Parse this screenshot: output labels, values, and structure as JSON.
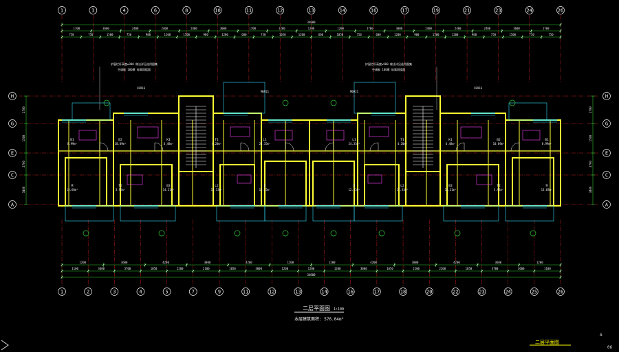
{
  "drawing": {
    "title": "二层平面图",
    "scale": "1:100",
    "area_note": "本层建筑面积: 576.04m²",
    "stamp_title": "二层平面图",
    "page_number": "06",
    "corner_mark": "A"
  },
  "grid": {
    "columns_top": [
      "1",
      "3",
      "4",
      "6",
      "8",
      "10",
      "11",
      "12",
      "13",
      "14",
      "16",
      "17",
      "19",
      "21",
      "23",
      "24",
      "26"
    ],
    "columns_bottom": [
      "1",
      "2",
      "3",
      "4",
      "5",
      "7",
      "9",
      "11",
      "12",
      "13",
      "14",
      "16",
      "17",
      "18",
      "20",
      "22",
      "23",
      "24",
      "25",
      "26"
    ],
    "rows_left": [
      "H",
      "G",
      "E",
      "C",
      "A"
    ],
    "rows_right": [
      "H",
      "G",
      "E",
      "C",
      "A"
    ]
  },
  "dimensions": {
    "top_total": "34800",
    "top_row1": [
      "1700",
      "3600",
      "2400",
      "2400",
      "2400",
      "3000",
      "1700",
      "1200",
      "1200",
      "1200",
      "1700",
      "3000",
      "2400",
      "2400",
      "2400",
      "3600",
      "1700"
    ],
    "top_row2": [
      "750",
      "750",
      "1500",
      "750",
      "900",
      "1200",
      "1500",
      "900",
      "1200",
      "600",
      "750",
      "1050",
      "1200",
      "600",
      "1050",
      "750",
      "600",
      "1200",
      "900",
      "1500",
      "1200",
      "900",
      "750",
      "1500",
      "750",
      "750"
    ],
    "bottom_total": "34800",
    "bottom_row1": [
      "1100",
      "3600",
      "3700",
      "1050",
      "2200",
      "2100",
      "1050",
      "3000",
      "1200",
      "1200",
      "1200",
      "3000",
      "1050",
      "2100",
      "2200",
      "1050",
      "3700",
      "3600",
      "1100"
    ],
    "bottom_row2": [
      "1200",
      "3600",
      "4200",
      "3000",
      "4200",
      "1200",
      "1200",
      "4200",
      "3000",
      "4200",
      "3600",
      "1200"
    ],
    "left": [
      "2700",
      "1500",
      "2700",
      "3400"
    ],
    "right": [
      "2700",
      "1500",
      "2700",
      "3400"
    ]
  },
  "rooms": [
    {
      "code": "B1",
      "area": "8.99m²"
    },
    {
      "code": "B2",
      "area": "10.09m²"
    },
    {
      "code": "K1",
      "area": "6.48m²"
    },
    {
      "code": "T1",
      "area": "4.20m²"
    },
    {
      "code": "L1",
      "area": "24.35m²"
    },
    {
      "code": "M",
      "area": "13.68m²"
    },
    {
      "code": "T2",
      "area": "3.92m²"
    },
    {
      "code": "B3",
      "area": "14.21m²"
    },
    {
      "code": "L2",
      "area": "17.33m²"
    },
    {
      "code": "D",
      "area": "12.15m²"
    }
  ],
  "callouts": {
    "window": "C0916",
    "door": "M0921",
    "note_a": "护窗栏杆高度≥900 做法详见选用图集",
    "note_b": "空调板 100厚 标高同楼面"
  },
  "colors": {
    "background": "#000000",
    "wall_yellow": "#ffff33",
    "grid_red": "#c81e1e",
    "dim_green": "#33cc33",
    "window_cyan": "#33e0ff",
    "furniture_magenta": "#ff44ff",
    "text_white": "#f0f0f0",
    "stamp_yellow": "#ffff00"
  }
}
